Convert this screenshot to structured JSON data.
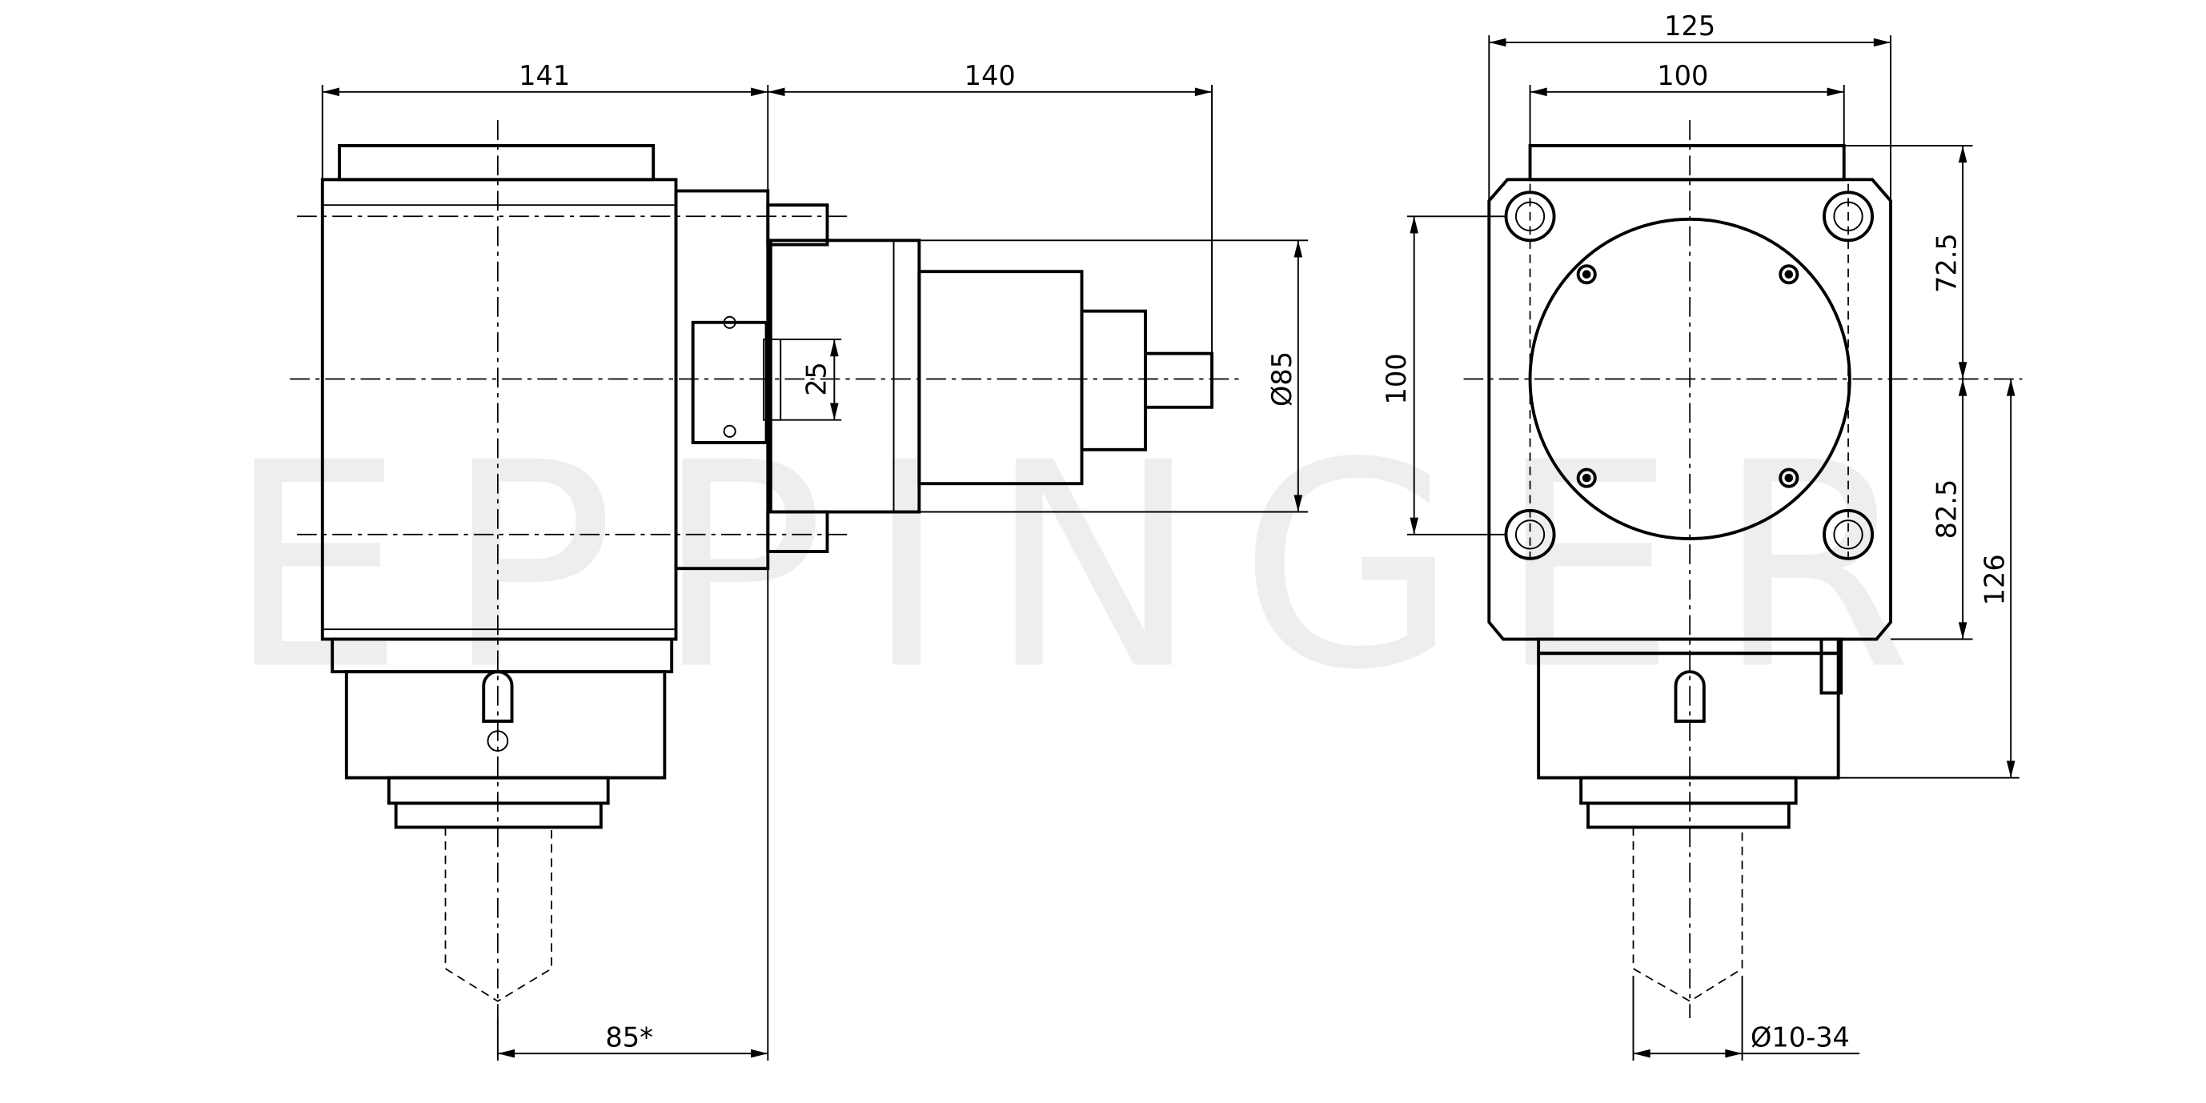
{
  "watermark": "EPPINGER",
  "side_view": {
    "dim_width_body": "141",
    "dim_motor_length": "140",
    "dim_offset": "85*",
    "dim_motor_diameter": "Ø85",
    "dim_key_height": "25"
  },
  "front_view": {
    "dim_overall_width": "125",
    "dim_bolt_spacing_h": "100",
    "dim_bolt_spacing_v": "100",
    "dim_top": "72.5",
    "dim_bottom": "82.5",
    "dim_total_height": "126",
    "dim_clamping_range": "Ø10-34"
  }
}
